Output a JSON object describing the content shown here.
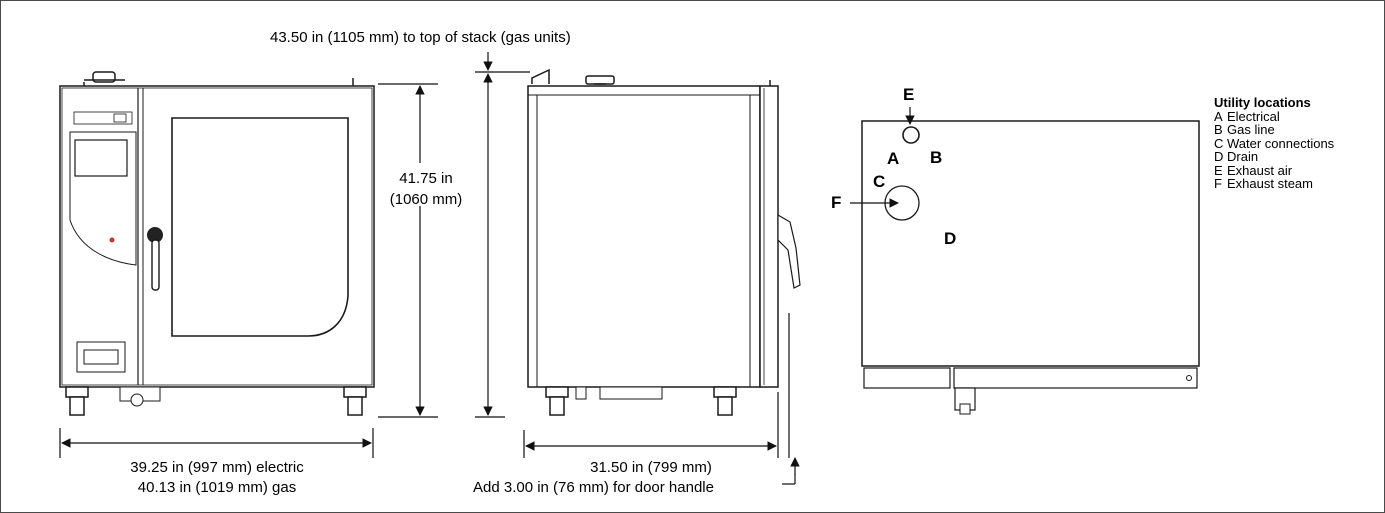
{
  "dimensions": {
    "stack_height": "43.50 in (1105 mm) to top of stack (gas units)",
    "height_in": "41.75 in",
    "height_mm": "(1060 mm)",
    "width_electric": "39.25 in (997 mm) electric",
    "width_gas": "40.13 in (1019 mm) gas",
    "depth": "31.50 in (799 mm)",
    "door_handle_note": "Add 3.00 in (76 mm) for door handle"
  },
  "rear_view": {
    "labels": {
      "E": "E",
      "A": "A",
      "B": "B",
      "C": "C",
      "F": "F",
      "D": "D"
    }
  },
  "legend": {
    "title": "Utility locations",
    "items": [
      {
        "key": "A",
        "label": "Electrical"
      },
      {
        "key": "B",
        "label": "Gas line"
      },
      {
        "key": "C",
        "label": "Water connections"
      },
      {
        "key": "D",
        "label": "Drain"
      },
      {
        "key": "E",
        "label": "Exhaust air"
      },
      {
        "key": "F",
        "label": "Exhaust steam"
      }
    ]
  },
  "colors": {
    "line": "#1a1a1a",
    "panel": "#f2f2f2",
    "accent": "#c0392b"
  }
}
